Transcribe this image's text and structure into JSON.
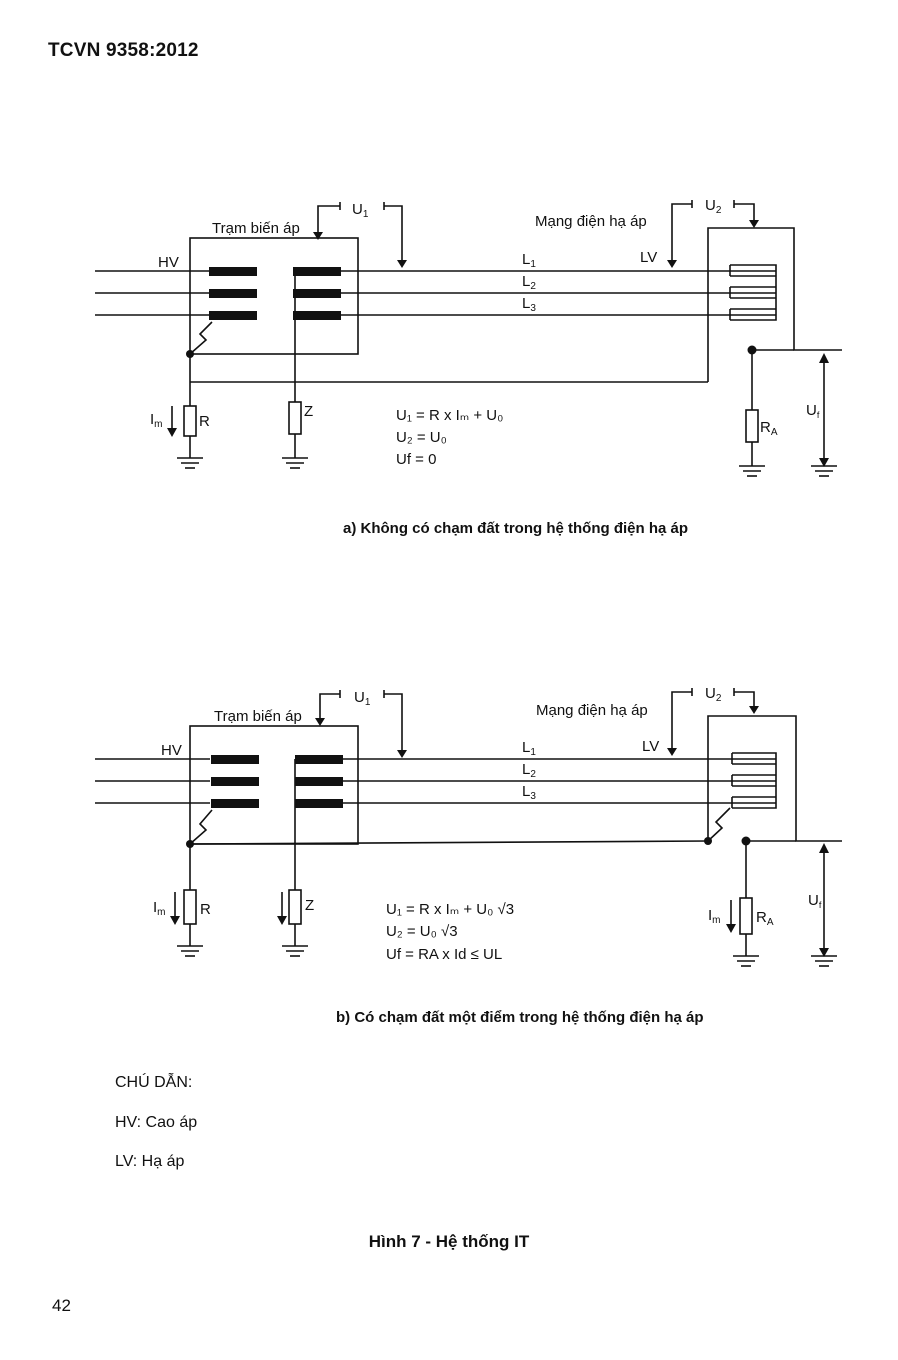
{
  "header": {
    "doc_code": "TCVN 9358:2012"
  },
  "labels": {
    "substation": "Trạm biến áp",
    "lv_network": "Mạng điện hạ áp",
    "hv": "HV",
    "lv": "LV",
    "u1": "U",
    "u2": "U",
    "uf": "U",
    "l": "L",
    "r": "R",
    "z": "Z",
    "ra": "R",
    "im": "I"
  },
  "diagram_a": {
    "caption": "a) Không có chạm đất trong hệ thống điện hạ áp",
    "eq1": "U₁ = R x Iₘ + U₀",
    "eq2": "U₂ = U₀",
    "eq3": "Uf = 0"
  },
  "diagram_b": {
    "caption": "b) Có chạm đất một điểm trong hệ thống điện hạ áp",
    "eq1": "U₁ = R x Iₘ + U₀ √3",
    "eq2": "U₂ = U₀ √3",
    "eq3": "Uf = RA x Id ≤ UL"
  },
  "legend": {
    "title": "CHÚ DẪN:",
    "hv": "HV: Cao áp",
    "lv": "LV: Hạ áp"
  },
  "figure_title": "Hình 7 - Hệ thống IT",
  "page_number": "42"
}
